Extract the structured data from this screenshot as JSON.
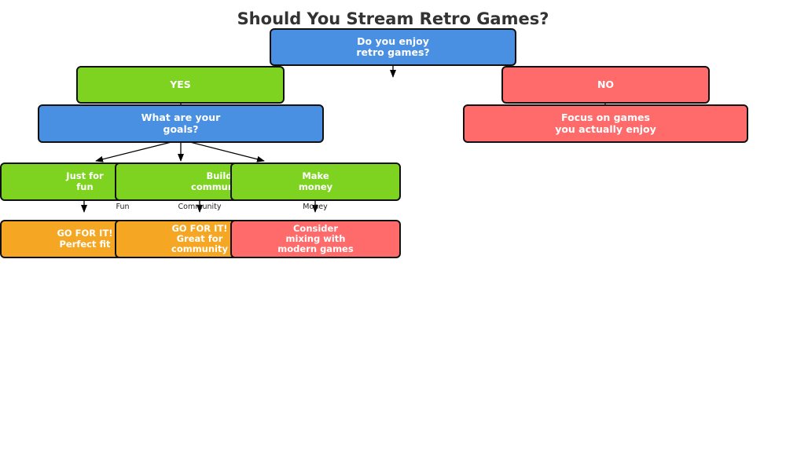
{
  "title": "Should You Stream Retro Games?",
  "colors": {
    "question": "#4a90e2",
    "yes": "#7ed321",
    "no": "#ff6b6b",
    "outcome": "#f5a623",
    "border": "#111111",
    "arrow": "#000000"
  },
  "nodes": {
    "root": "Do you enjoy\nretro games?",
    "yes": "YES",
    "no": "NO",
    "goals": "What are your\ngoals?",
    "no_result": "Focus on games\nyou actually enjoy",
    "fun": "Just for\nfun",
    "community": "Build\ncommunity",
    "money": "Make\nmoney",
    "fun_result": "GO FOR IT!\nPerfect fit",
    "community_result": "GO FOR IT!\nGreat for\ncommunity",
    "money_result": "Consider\nmixing with\nmodern games"
  },
  "edge_labels": {
    "fun": "Fun",
    "community": "Community",
    "money": "Money"
  }
}
